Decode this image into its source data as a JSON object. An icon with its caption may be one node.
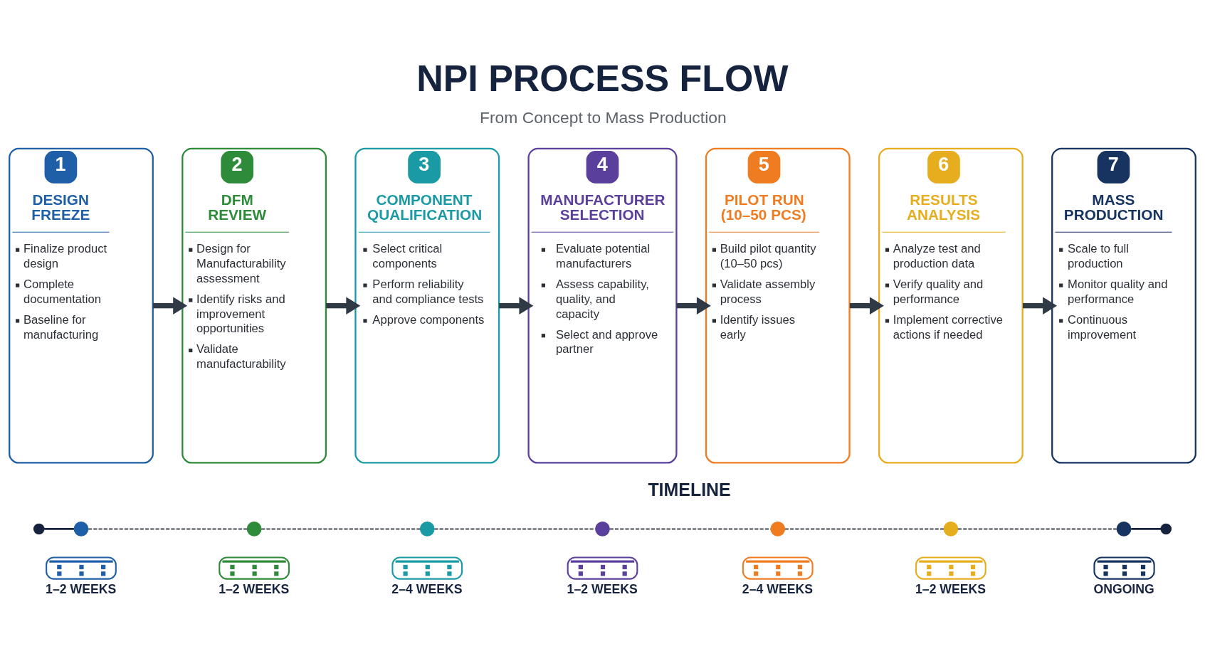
{
  "diagram": {
    "title": "NPI PROCESS FLOW",
    "nodes": [
      {
        "text": [
          "1",
          "DESIGN FREEZE",
          "Finalize product design",
          "Complete documentation",
          "Baseline for manufacturing"
        ]
      },
      {
        "text": [
          "2",
          "DFM REVIEW",
          "Design for Manufacturability assessment",
          "Identify risks and improvement opportunities",
          "Validate manufacturability"
        ]
      },
      {
        "text": [
          "3",
          "COMPONENT QUALIFICATION",
          "Select critical components",
          "Perform reliability and compliance tests",
          "Approve components"
        ]
      },
      {
        "text": [
          "4",
          "MANUFACTURER SELECTION",
          "Evaluate potential manufacturers",
          "Assess capability, quality, and capacity",
          "Select and approve partner"
        ]
      },
      {
        "text": [
          "5",
          "PILOT RUN (10–50 PCS)",
          "Build pilot quantity (10–50 pcs)",
          "Validate assembly process",
          "Identify issues early"
        ]
      },
      {
        "text": [
          "6",
          "RESULTS ANALYSIS",
          "Analyze test and production data",
          "Verify quality and performance",
          "Implement corrective actions if needed"
        ]
      },
      {
        "text": [
          "7",
          "MASS PRODUCTION",
          "Scale to full production",
          "Monitor quality and performance",
          "Continuous improvement"
        ]
      },
      {
        "text": [],
        "shape": "circle"
      },
      {
        "text": [],
        "shape": "circle"
      },
      {
        "text": [],
        "shape": "circle"
      },
      {
        "text": [],
        "shape": "circle"
      },
      {
        "text": [],
        "shape": "circle"
      },
      {
        "text": [],
        "shape": "circle"
      },
      {
        "text": [],
        "shape": "circle"
      },
      {
        "text": [],
        "shape": "circle"
      },
      {
        "text": [],
        "shape": "circle"
      }
    ],
    "edges": [
      {
        "from": 0,
        "to": 1,
        "arrow": "to",
        "style": "thick"
      },
      {
        "from": 1,
        "to": 2,
        "arrow": "to",
        "style": "thick"
      },
      {
        "from": 2,
        "to": 3,
        "arrow": "to",
        "style": "thick"
      },
      {
        "from": 3,
        "to": 4,
        "arrow": "to",
        "style": "thick"
      },
      {
        "from": 4,
        "to": 5,
        "arrow": "to",
        "style": "thick"
      },
      {
        "from": 5,
        "to": 6,
        "arrow": "to",
        "style": "thick"
      },
      {
        "from": 7,
        "to": 8,
        "arrow": "none",
        "color": "#16233f"
      },
      {
        "from": 8,
        "to": 9,
        "arrow": "none",
        "style": "dashed",
        "color": "#6b6f76"
      },
      {
        "from": 9,
        "to": 10,
        "arrow": "none",
        "style": "dashed",
        "color": "#6b6f76"
      },
      {
        "from": 10,
        "to": 11,
        "arrow": "none",
        "style": "dashed",
        "color": "#6b6f76"
      },
      {
        "from": 11,
        "to": 12,
        "arrow": "none",
        "style": "dashed",
        "color": "#6b6f76"
      },
      {
        "from": 12,
        "to": 13,
        "arrow": "none",
        "style": "dashed",
        "color": "#6b6f76"
      },
      {
        "from": 13,
        "to": 14,
        "arrow": "none",
        "style": "dashed",
        "color": "#6b6f76"
      },
      {
        "from": 14,
        "to": 15,
        "arrow": "none",
        "color": "#16233f"
      }
    ],
    "labels": [
      "From Concept to Mass Production",
      "TIMELINE",
      "1–2 WEEKS",
      "1–2 WEEKS",
      "2–4 WEEKS",
      "1–2 WEEKS",
      "2–4 WEEKS",
      "1–2 WEEKS",
      "ONGOING"
    ]
  }
}
